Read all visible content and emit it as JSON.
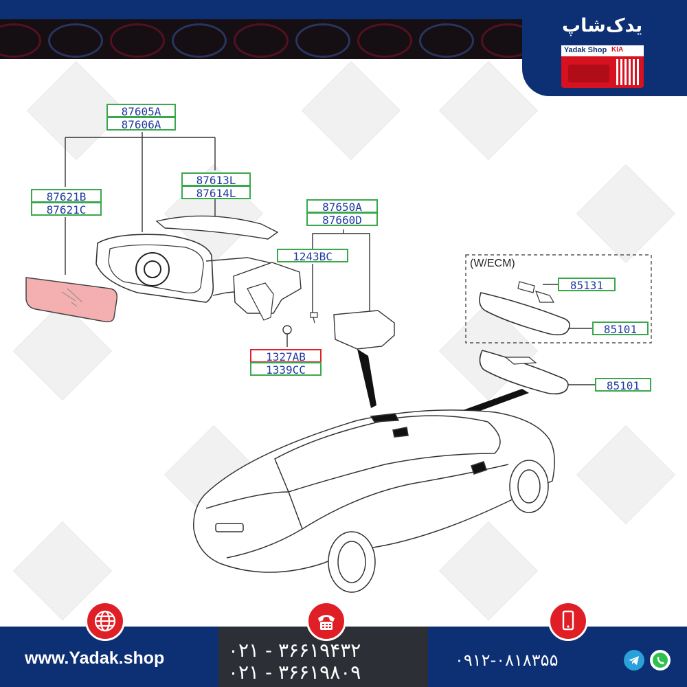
{
  "header": {
    "brand_fa": "یدک‌شاپ",
    "brand_en": "Yadak Shop",
    "brand_makers": "KIA",
    "colors": {
      "navy": "#0d2f73",
      "red": "#d7111f"
    }
  },
  "diagram": {
    "condition_label": "(W/ECM)",
    "part_numbers": {
      "mirror_assy_1": "87605A",
      "mirror_assy_2": "87606A",
      "cover_1": "87613L",
      "cover_2": "87614L",
      "glass_1": "87621B",
      "glass_2": "87621C",
      "bracket_1": "87650A",
      "bracket_2": "87660D",
      "bolt": "1243BC",
      "nut_1": "1327AB",
      "nut_2": "1339CC",
      "sensor": "85131",
      "inside_mirror_ecm": "85101",
      "inside_mirror": "85101"
    }
  },
  "footer": {
    "website": "www.Yadak.shop",
    "phone_1": "۰۲۱ - ۳۶۶۱۹۴۳۲",
    "phone_2": "۰۲۱ - ۳۶۶۱۹۸۰۹",
    "mobile": "۰۹۱۲-۰۸۱۸۳۵۵",
    "icons": [
      "globe-icon",
      "telephone-icon",
      "mobile-icon",
      "telegram-icon",
      "whatsapp-icon"
    ]
  }
}
